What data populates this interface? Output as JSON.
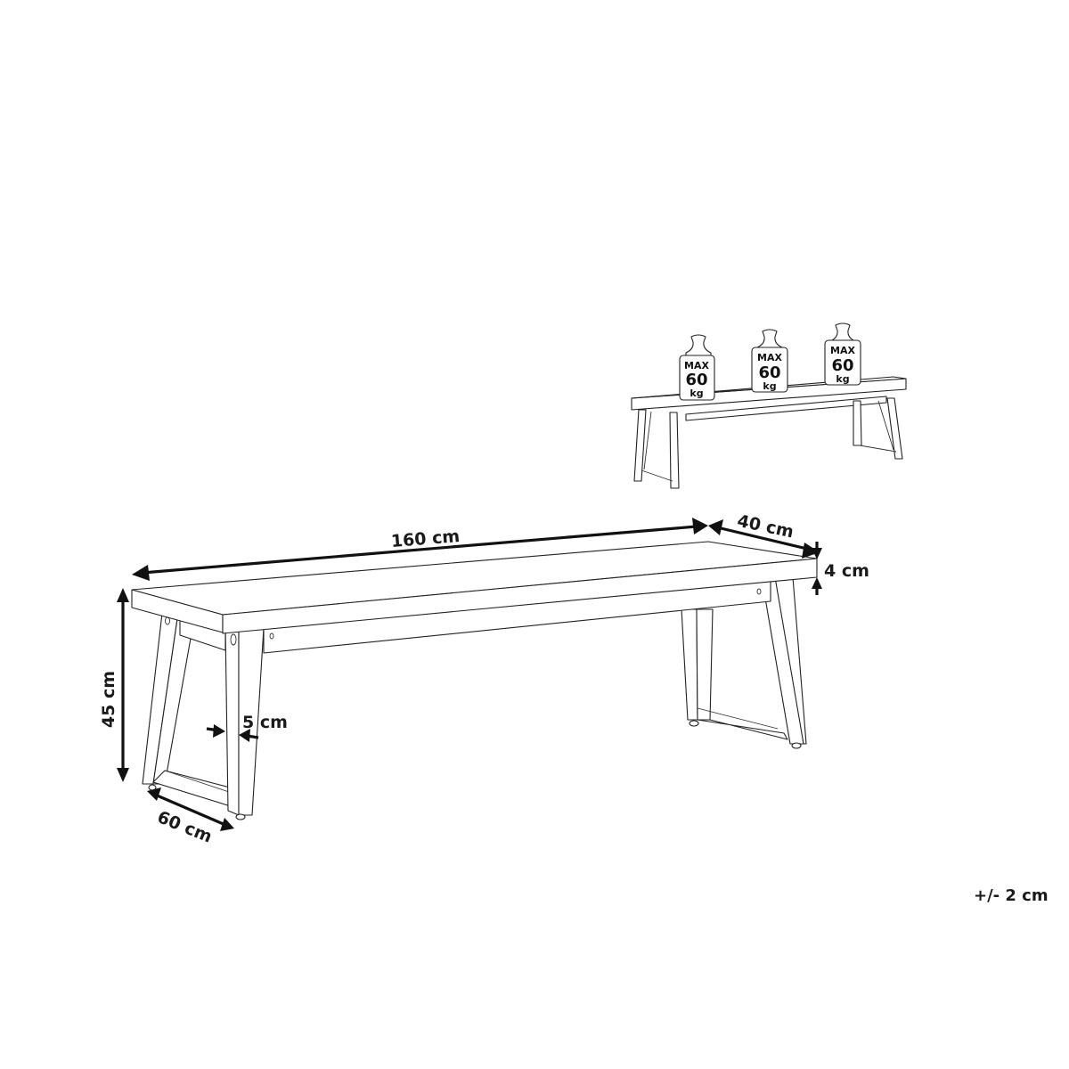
{
  "diagram": {
    "subject": "bench",
    "dimensions": {
      "length": "160 cm",
      "depth": "40 cm",
      "top_thickness": "4 cm",
      "height": "45 cm",
      "leg_width": "5 cm",
      "leg_base": "60 cm"
    },
    "tolerance": "+/- 2 cm",
    "load_icons": [
      {
        "line1": "MAX",
        "line2": "60",
        "line3": "kg"
      },
      {
        "line1": "MAX",
        "line2": "60",
        "line3": "kg"
      },
      {
        "line1": "MAX",
        "line2": "60",
        "line3": "kg"
      }
    ]
  }
}
